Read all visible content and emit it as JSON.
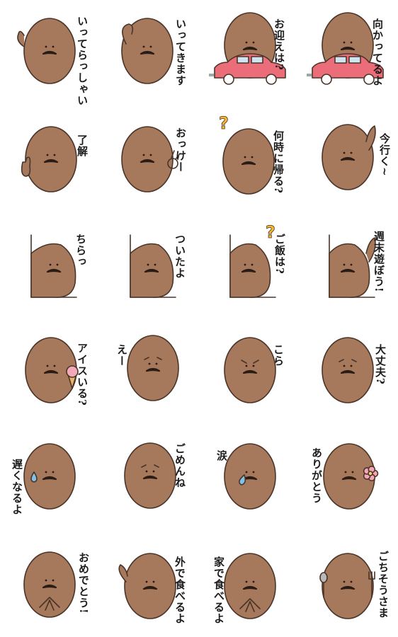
{
  "sheet": {
    "stickers": [
      {
        "id": "itterasshai",
        "caption": "いってらっしゃい",
        "pose": "wave-hand"
      },
      {
        "id": "ittekimasu",
        "caption": "いってきます",
        "pose": "arm-up"
      },
      {
        "id": "omukae",
        "caption": "お迎えは?",
        "pose": "car"
      },
      {
        "id": "mukatteru",
        "caption": "向かってるよ",
        "pose": "car"
      },
      {
        "id": "ryoukai",
        "caption": "了解",
        "pose": "thumbs-up"
      },
      {
        "id": "okke",
        "caption": "おっけー",
        "pose": "ok-sign"
      },
      {
        "id": "nanji",
        "caption": "何時に帰る?",
        "pose": "question-mark"
      },
      {
        "id": "imaiku",
        "caption": "今行く~",
        "pose": "raise-arm"
      },
      {
        "id": "chiratsu",
        "caption": "ちらっ",
        "pose": "peek"
      },
      {
        "id": "tsuitayo",
        "caption": "ついたよ",
        "pose": "peek"
      },
      {
        "id": "gohan",
        "caption": "ご飯は?",
        "pose": "peek-question"
      },
      {
        "id": "shumatsu",
        "caption": "週末遊ぼう!",
        "pose": "peek-arm"
      },
      {
        "id": "aisu",
        "caption": "アイスいる?",
        "pose": "ice-cream"
      },
      {
        "id": "ee",
        "caption": "えー",
        "pose": "plain"
      },
      {
        "id": "kora",
        "caption": "こら",
        "pose": "angry"
      },
      {
        "id": "daijobu",
        "caption": "大丈夫?",
        "pose": "worried"
      },
      {
        "id": "osoku",
        "caption": "遅くなるよ",
        "pose": "sweat"
      },
      {
        "id": "gomenne",
        "caption": "ごめんね",
        "pose": "sad"
      },
      {
        "id": "namida",
        "caption": "涙",
        "pose": "tear"
      },
      {
        "id": "arigatou",
        "caption": "ありがとう",
        "pose": "flower"
      },
      {
        "id": "omedetou",
        "caption": "おめでとう!",
        "pose": "clap"
      },
      {
        "id": "sotode",
        "caption": "外で食べるよ",
        "pose": "arm-side"
      },
      {
        "id": "iede",
        "caption": "家で食べるよ",
        "pose": "hands-together"
      },
      {
        "id": "gochisou",
        "caption": "ごちそうさま",
        "pose": "spoon-fork"
      }
    ]
  },
  "colors": {
    "body": "#a6785c",
    "outline": "#4a3428",
    "car": "#ec6d7a",
    "question": "#f6b92d",
    "sweat": "#7fc4e8",
    "flower": "#f4a6b8",
    "icecream": "#f2a9b9",
    "text": "#1c1c1c"
  }
}
